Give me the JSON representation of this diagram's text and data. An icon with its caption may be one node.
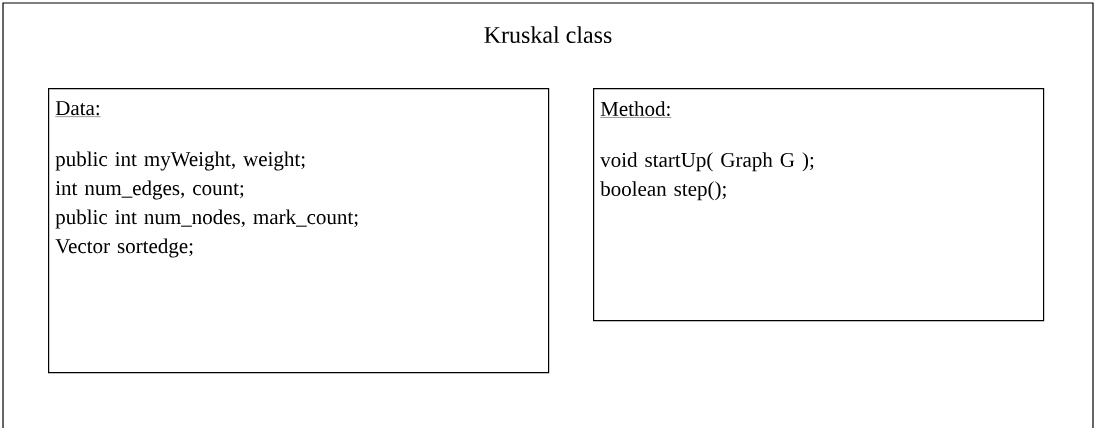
{
  "diagram": {
    "nodes": [
      {
        "text": [
          "Kruskal class"
        ]
      },
      {
        "text": [
          "Data:",
          "public int myWeight, weight;",
          "int num_edges, count;",
          "public int num_nodes, mark_count;",
          "Vector sortedge;"
        ],
        "in": 0
      },
      {
        "text": [
          "Method:",
          "void startUp( Graph G );",
          "boolean step();"
        ],
        "in": 0
      }
    ]
  }
}
